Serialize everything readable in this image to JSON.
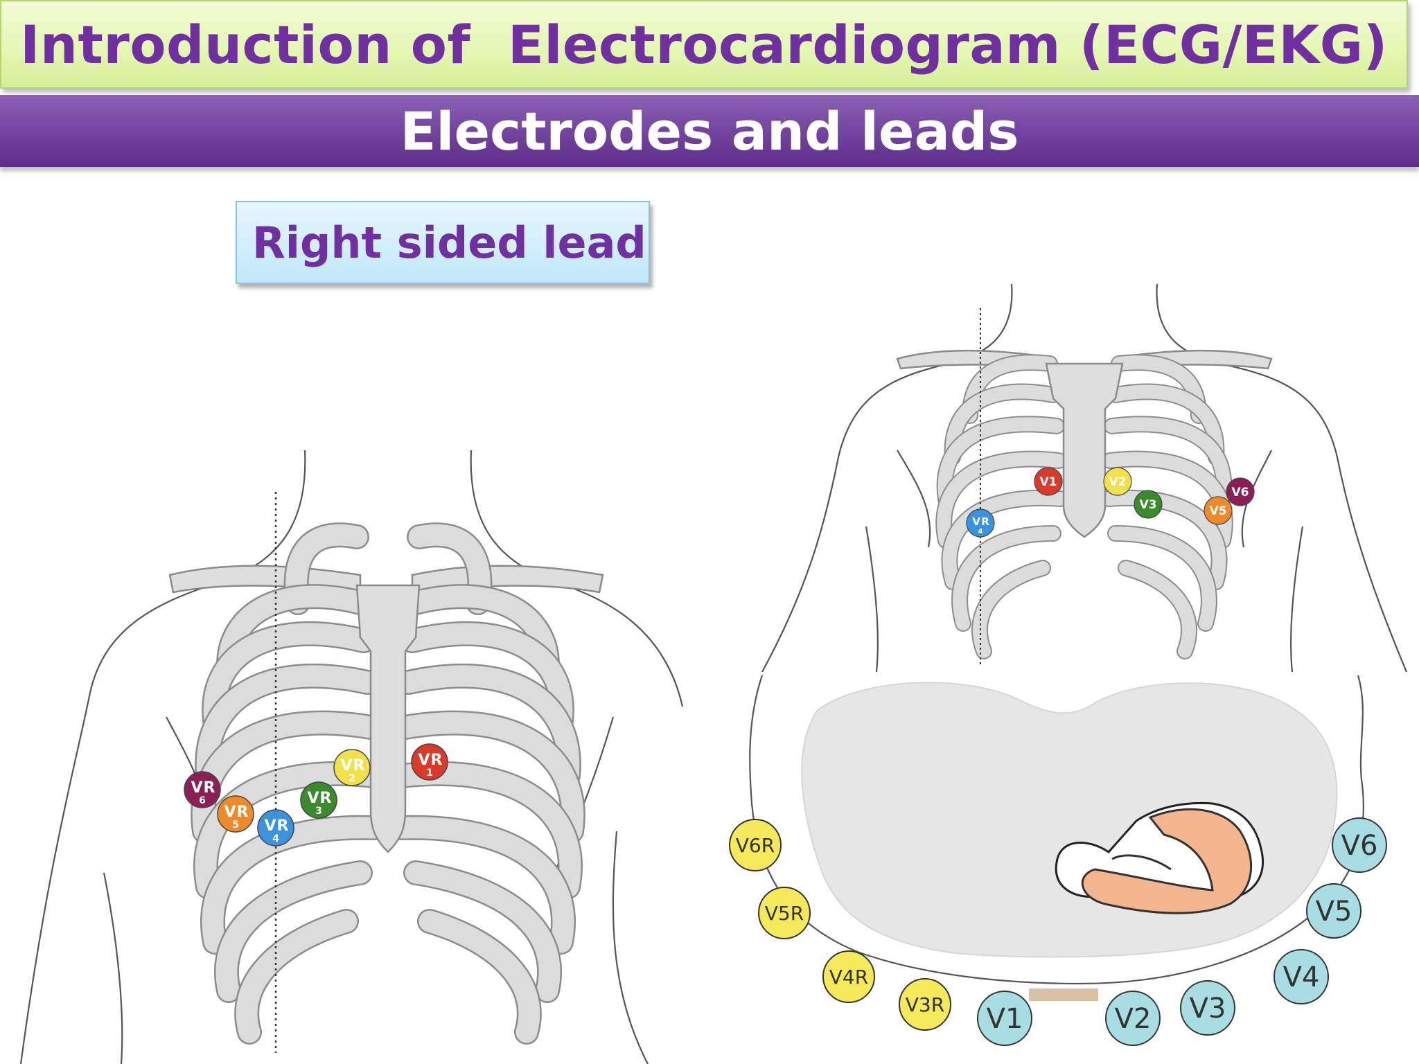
{
  "header": {
    "title": "Introduction of  Electrocardiogram (ECG/EKG)",
    "subtitle": "Electrodes and leads"
  },
  "label_box": {
    "text": "Right sided lead"
  },
  "colors": {
    "title_text": "#7030a0",
    "title_bg": "#e4f7b4",
    "subtitle_bg": "#73459f",
    "label_bg": "#c1e8fa",
    "lead_v1": "#d83a2c",
    "lead_v2": "#f2e04a",
    "lead_v3": "#3c8a2e",
    "lead_v4": "#3b93e0",
    "lead_v5": "#ef8a2a",
    "lead_v6": "#8a1f55",
    "cross_section_right_lead": "#f5e85a",
    "cross_section_left_lead": "#a8dde4",
    "heart": "#f2b58e"
  },
  "left_diagram": {
    "electrodes": [
      {
        "v": "V",
        "r": "R",
        "n": "1",
        "color": "#d83a2c"
      },
      {
        "v": "V",
        "r": "R",
        "n": "2",
        "color": "#f2e04a"
      },
      {
        "v": "V",
        "r": "R",
        "n": "3",
        "color": "#3c8a2e"
      },
      {
        "v": "V",
        "r": "R",
        "n": "4",
        "color": "#3b93e0"
      },
      {
        "v": "V",
        "r": "R",
        "n": "5",
        "color": "#ef8a2a"
      },
      {
        "v": "V",
        "r": "R",
        "n": "6",
        "color": "#8a1f55"
      }
    ]
  },
  "right_diagram": {
    "electrodes": [
      {
        "label": "V1",
        "color": "#d83a2c"
      },
      {
        "label": "V2",
        "color": "#f2e04a"
      },
      {
        "label": "V3",
        "color": "#3c8a2e"
      },
      {
        "v": "V",
        "r": "R",
        "n": "4",
        "color": "#3b93e0"
      },
      {
        "label": "V5",
        "color": "#ef8a2a"
      },
      {
        "label": "V6",
        "color": "#8a1f55"
      }
    ]
  },
  "cross_section": {
    "leads": [
      "V6R",
      "V5R",
      "V4R",
      "V3R",
      "V1",
      "V2",
      "V3",
      "V4",
      "V5",
      "V6"
    ]
  }
}
